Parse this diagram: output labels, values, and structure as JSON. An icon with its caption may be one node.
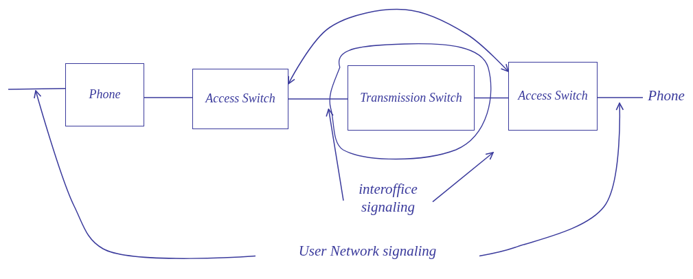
{
  "diagram": {
    "nodes": [
      {
        "text": [
          "Phone"
        ]
      },
      {
        "text": [
          "Access Switch"
        ]
      },
      {
        "text": [],
        "shape": "cloud"
      },
      {
        "text": [
          "Transmission Switch"
        ],
        "in": 2
      },
      {
        "text": [
          "Access Switch"
        ]
      },
      {
        "text": [
          "Phone"
        ]
      },
      {
        "text": [
          "interoffice signaling"
        ]
      },
      {
        "text": [
          "User Network signaling"
        ]
      }
    ],
    "edges": [
      {
        "from": null,
        "to": 0,
        "arrow": "none"
      },
      {
        "from": 0,
        "to": 1,
        "arrow": "none"
      },
      {
        "from": 1,
        "to": 3,
        "arrow": "none"
      },
      {
        "from": 3,
        "to": 4,
        "arrow": "none"
      },
      {
        "from": 4,
        "to": 5,
        "arrow": "none"
      },
      {
        "from": 1,
        "to": 4,
        "arrow": "both"
      },
      {
        "from": 6,
        "to": 2,
        "arrow": "to"
      },
      {
        "from": 6,
        "to": null,
        "arrow": "to"
      },
      {
        "from": 7,
        "to": null,
        "arrow": "to"
      },
      {
        "from": 7,
        "to": null,
        "arrow": "to"
      }
    ]
  }
}
